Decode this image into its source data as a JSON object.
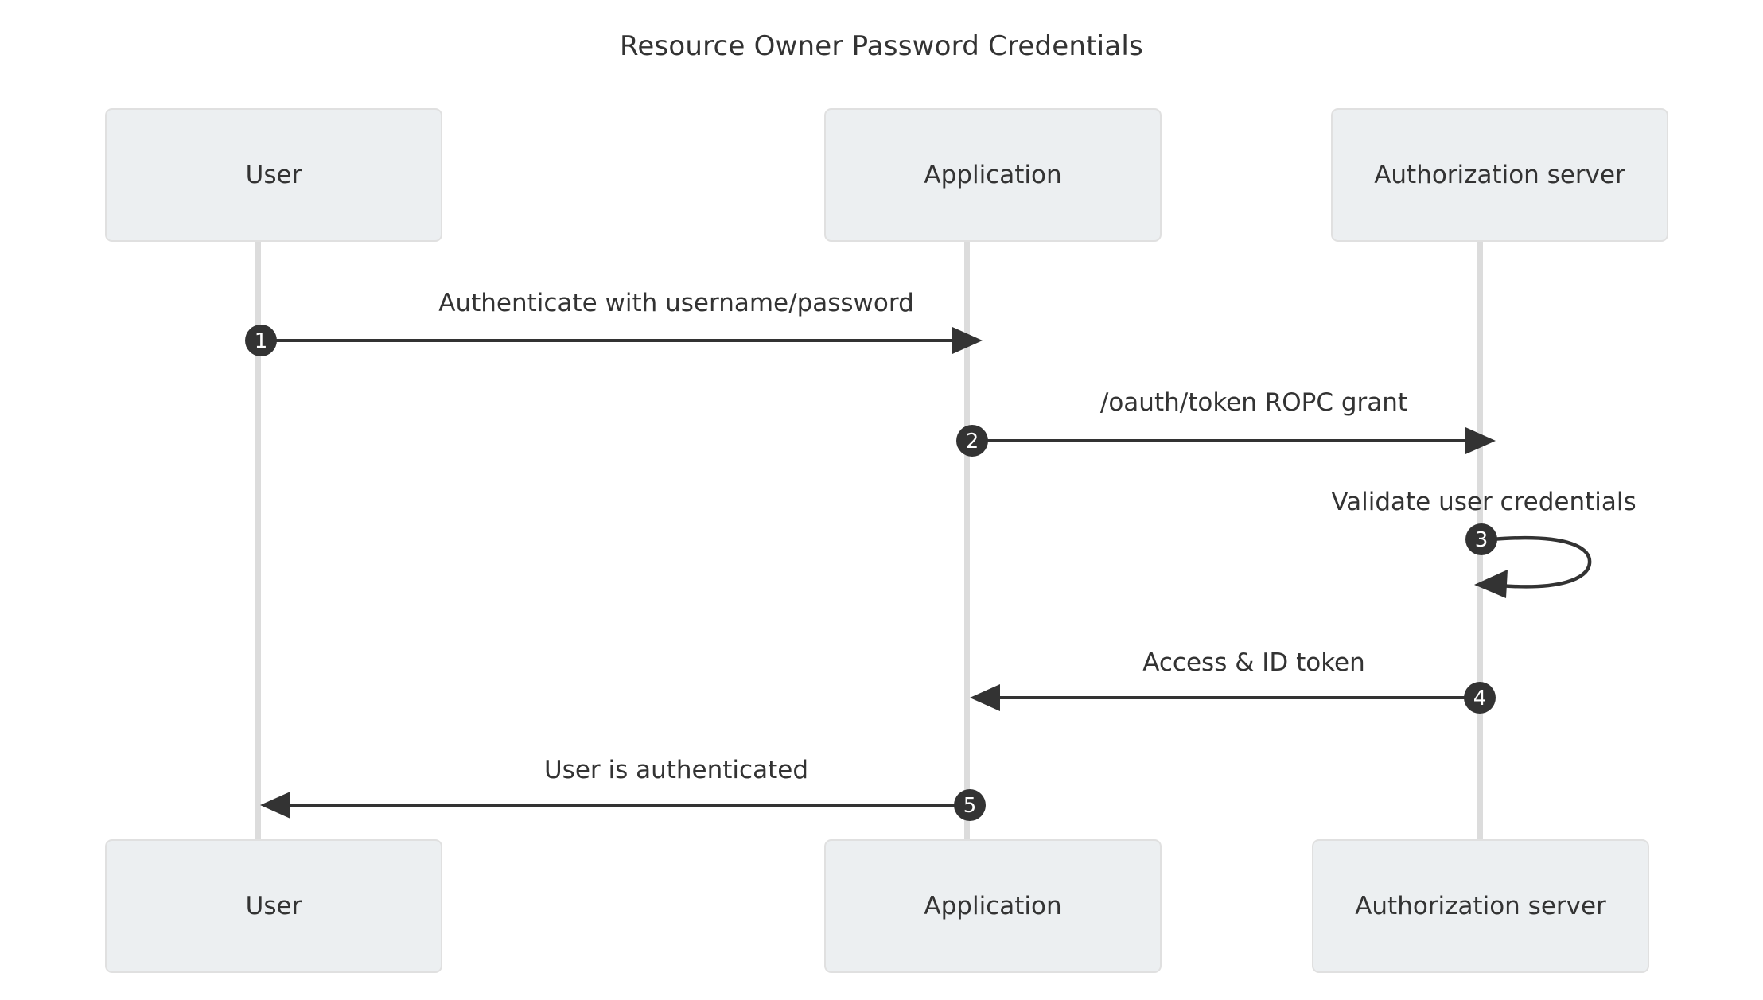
{
  "diagram": {
    "type": "sequence-diagram",
    "title": "Resource Owner Password Credentials",
    "colors": {
      "background": "#ffffff",
      "actor_fill": "#eceff1",
      "actor_border": "#e0e0e0",
      "lifeline": "#dcdcdc",
      "arrow": "#333333",
      "badge_fill": "#333333",
      "badge_text": "#ffffff",
      "text": "#333333"
    },
    "participants": [
      {
        "id": "user",
        "label": "User"
      },
      {
        "id": "application",
        "label": "Application"
      },
      {
        "id": "authserver",
        "label": "Authorization server"
      }
    ],
    "messages": [
      {
        "number": "1",
        "label": "Authenticate with username/password",
        "from": "user",
        "to": "application",
        "direction": "right",
        "kind": "arrow"
      },
      {
        "number": "2",
        "label": "/oauth/token ROPC grant",
        "from": "application",
        "to": "authserver",
        "direction": "right",
        "kind": "arrow"
      },
      {
        "number": "3",
        "label": "Validate user credentials",
        "from": "authserver",
        "to": "authserver",
        "direction": "self",
        "kind": "self-loop"
      },
      {
        "number": "4",
        "label": "Access & ID token",
        "from": "authserver",
        "to": "application",
        "direction": "left",
        "kind": "arrow"
      },
      {
        "number": "5",
        "label": "User is authenticated",
        "from": "application",
        "to": "user",
        "direction": "left",
        "kind": "arrow"
      }
    ]
  }
}
